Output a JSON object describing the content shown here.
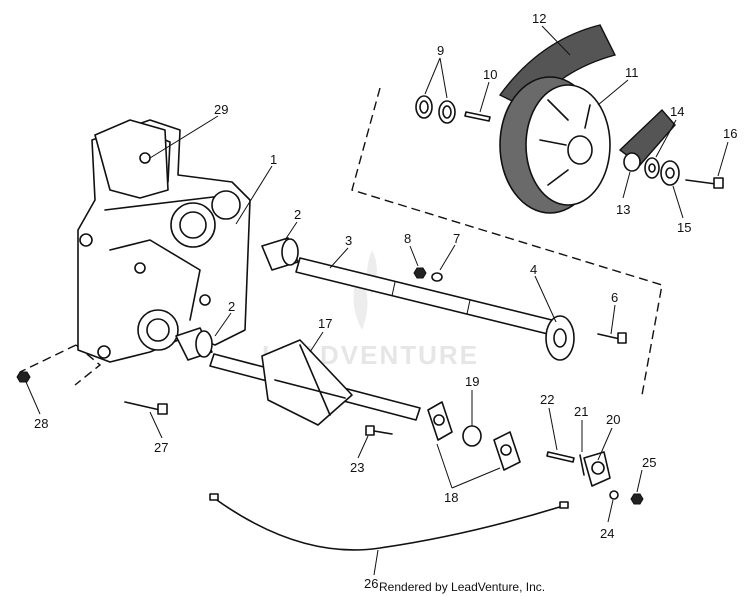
{
  "watermark": {
    "text": "LEADVENTURE"
  },
  "credit": {
    "text": "Rendered by LeadVenture, Inc."
  },
  "callouts": [
    "1",
    "2",
    "2",
    "3",
    "4",
    "6",
    "7",
    "8",
    "9",
    "10",
    "11",
    "12",
    "13",
    "14",
    "15",
    "16",
    "17",
    "18",
    "19",
    "20",
    "21",
    "22",
    "23",
    "24",
    "25",
    "26",
    "27",
    "28",
    "29"
  ]
}
